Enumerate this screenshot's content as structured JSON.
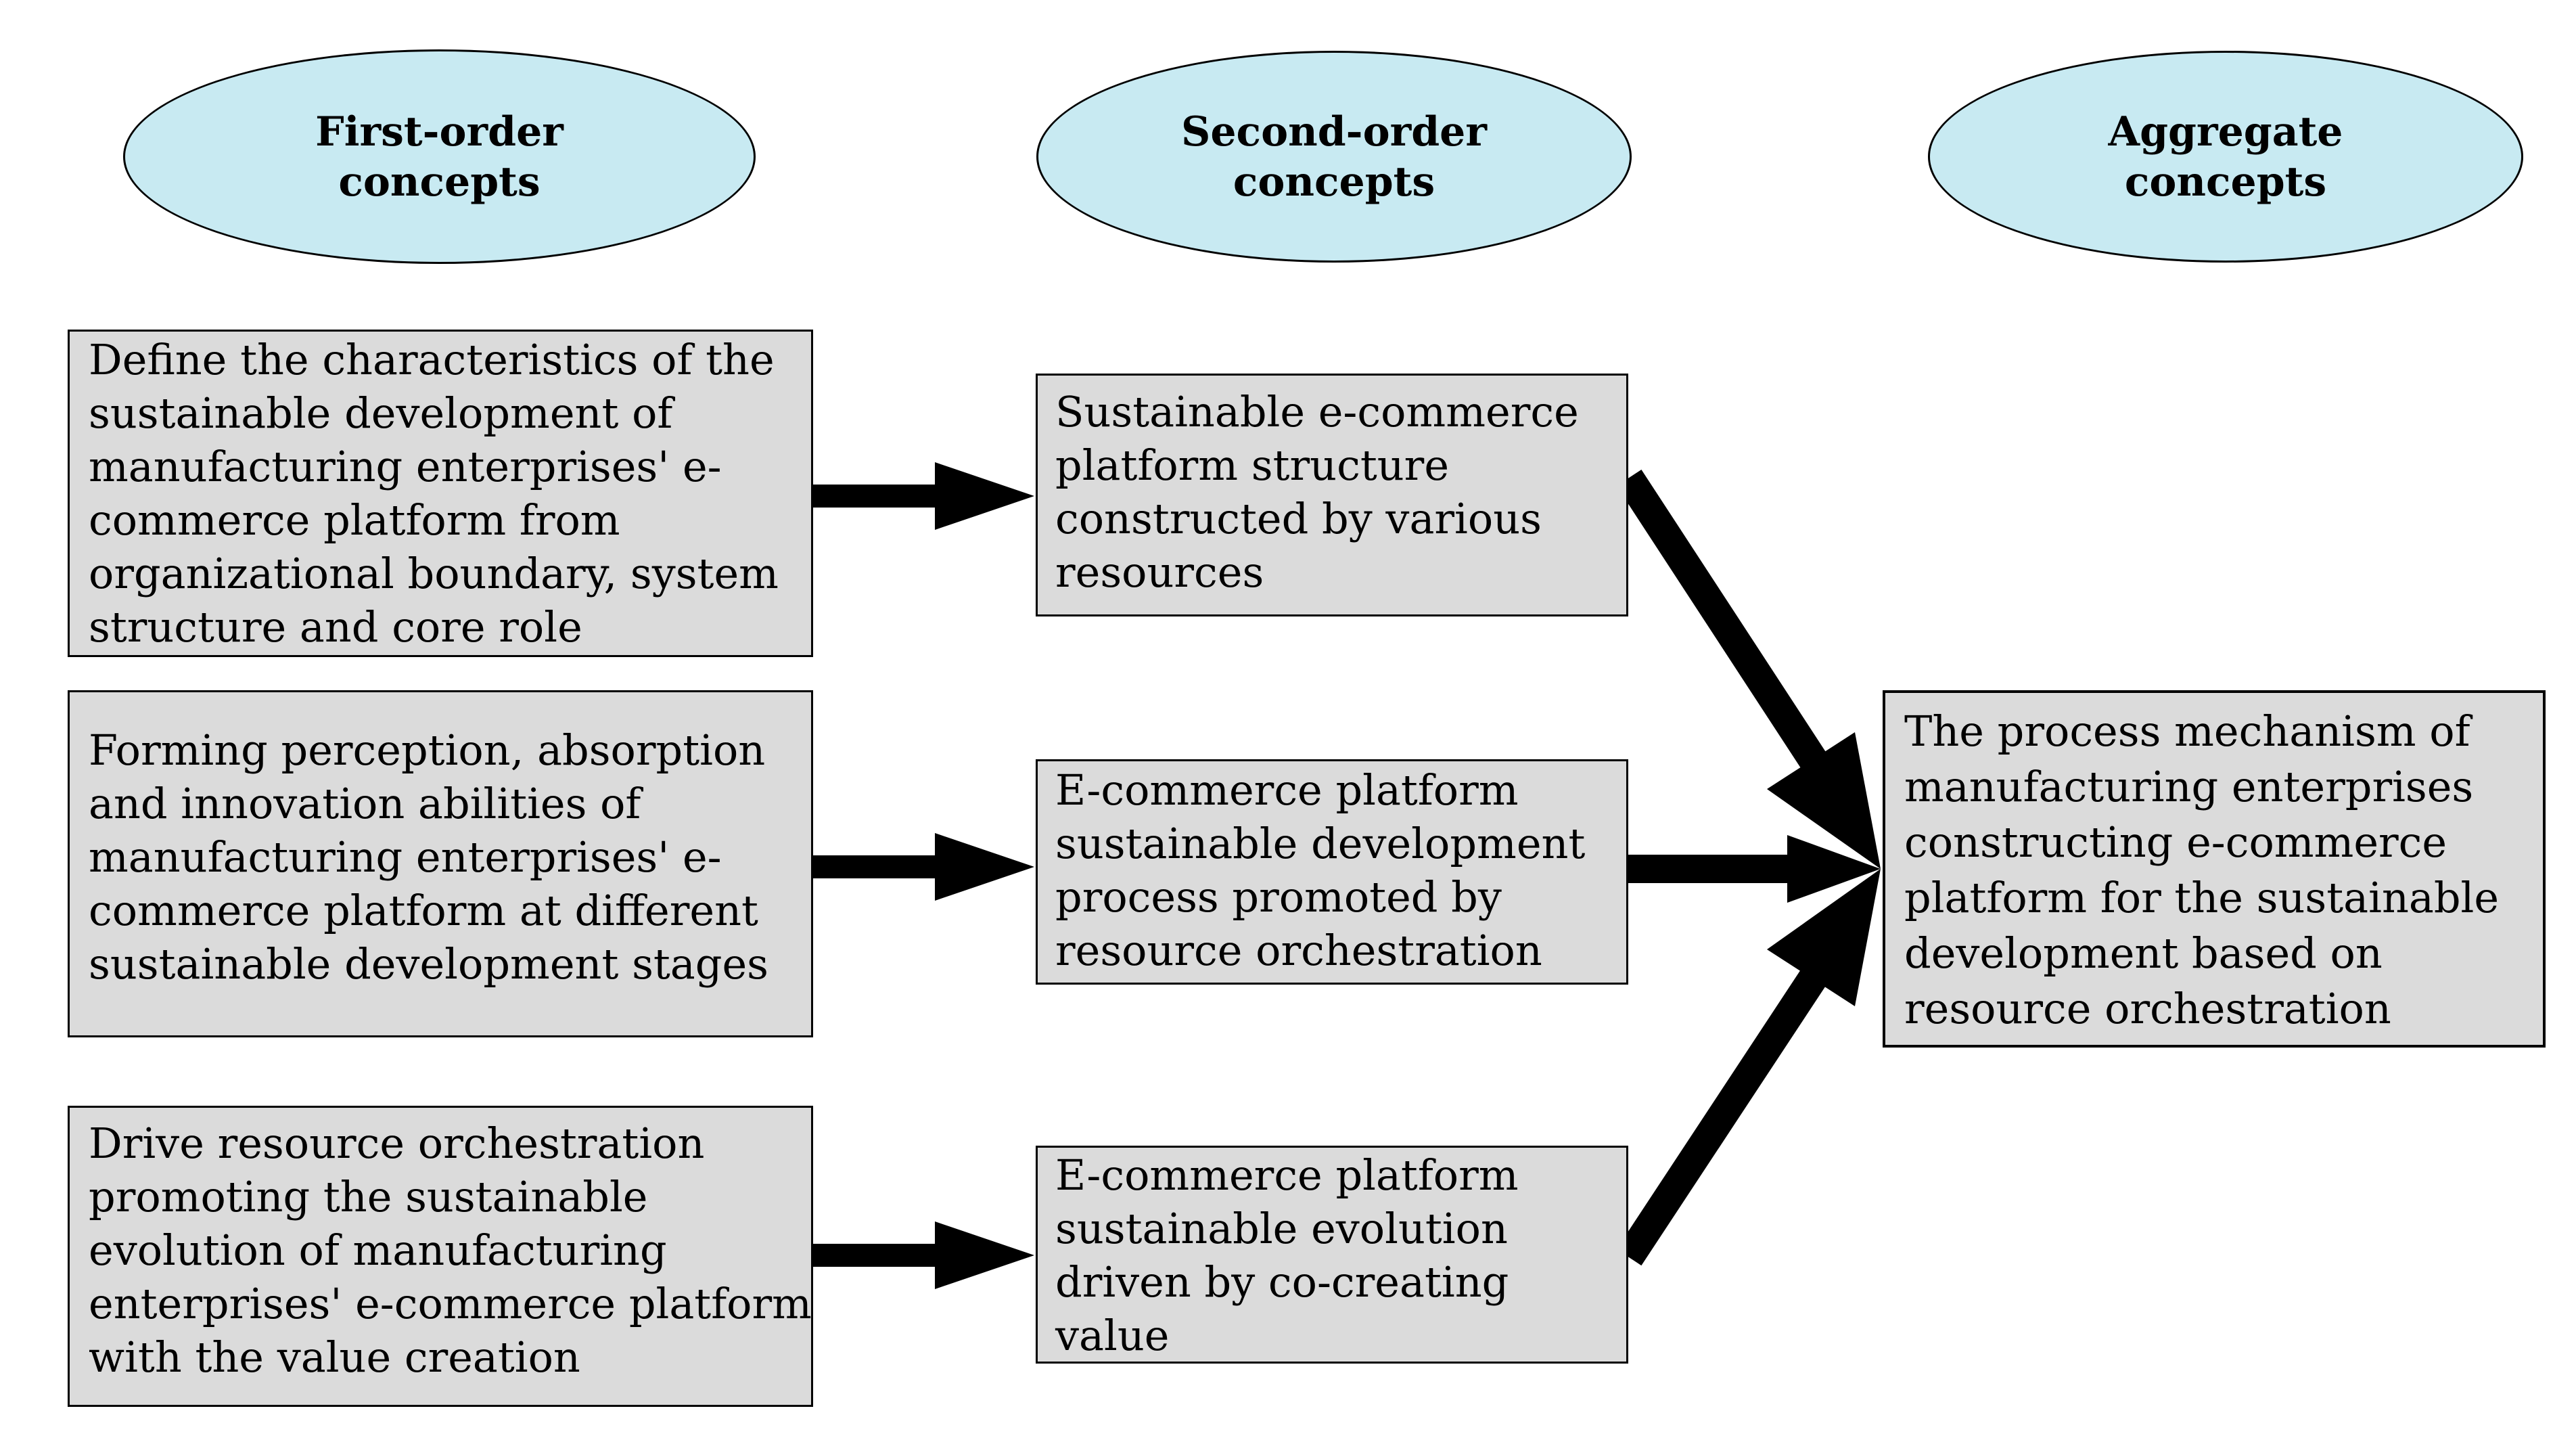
{
  "colors": {
    "background": "#ffffff",
    "ellipse_fill": "#c8eaf2",
    "box_fill": "#dbdbdb",
    "border": "#000000",
    "arrow": "#000000"
  },
  "headers": [
    {
      "id": "first-order",
      "lines": [
        "First-order",
        "concepts"
      ]
    },
    {
      "id": "second-order",
      "lines": [
        "Second-order",
        "concepts"
      ]
    },
    {
      "id": "aggregate",
      "lines": [
        "Aggregate",
        "concepts"
      ]
    }
  ],
  "first_order_boxes": [
    {
      "lines": [
        "Define the characteristics of the",
        "sustainable development of",
        "manufacturing enterprises' e-",
        "commerce platform from",
        "organizational boundary, system",
        "structure and core role"
      ]
    },
    {
      "lines": [
        "Forming perception, absorption",
        "and innovation abilities of",
        "manufacturing enterprises' e-",
        "commerce platform at different",
        "sustainable development stages"
      ]
    },
    {
      "lines": [
        "Drive resource orchestration",
        "promoting the sustainable",
        "evolution of manufacturing",
        "enterprises' e-commerce platform",
        "with the value creation"
      ]
    }
  ],
  "second_order_boxes": [
    {
      "lines": [
        "Sustainable e-commerce",
        "platform structure",
        "constructed by various",
        "resources"
      ]
    },
    {
      "lines": [
        "E-commerce platform",
        "sustainable development",
        "process promoted  by",
        "resource orchestration"
      ]
    },
    {
      "lines": [
        "E-commerce platform",
        "sustainable evolution",
        "driven by co-creating",
        "value"
      ]
    }
  ],
  "aggregate_box": {
    "lines": [
      "The process mechanism of",
      "manufacturing enterprises",
      "constructing e-commerce",
      "platform for the sustainable",
      "development based on",
      "resource orchestration"
    ]
  }
}
